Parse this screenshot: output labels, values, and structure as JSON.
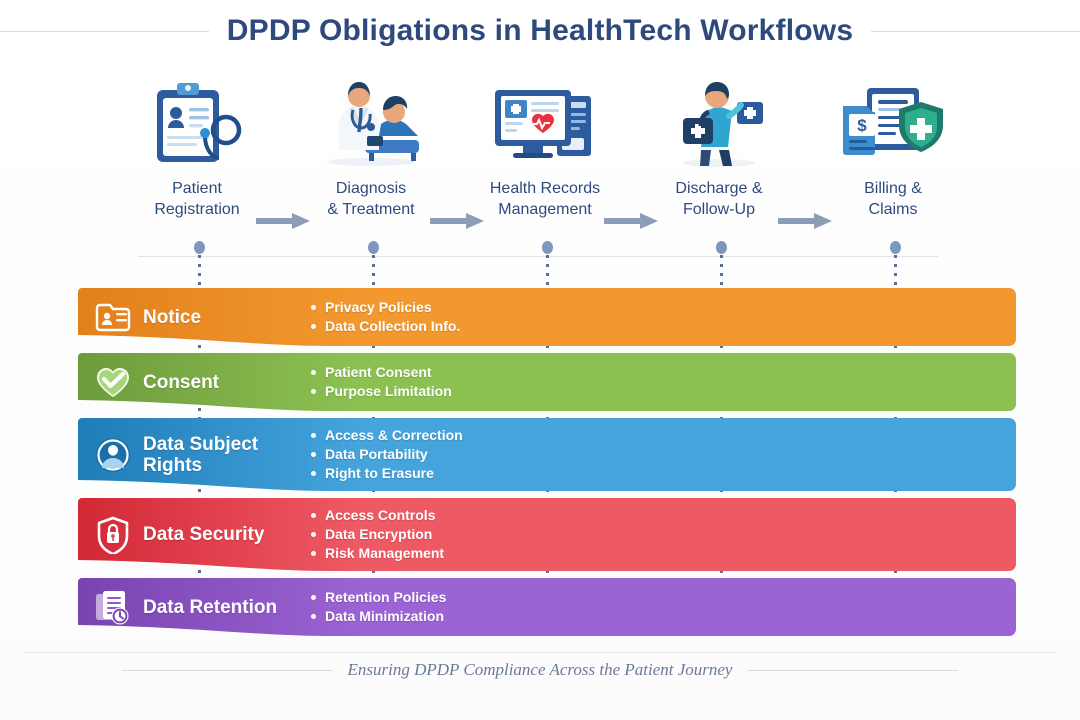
{
  "header": {
    "title": "DPDP Obligations in HealthTech Workflows"
  },
  "workflow": {
    "stages": [
      {
        "label": "Patient\nRegistration",
        "icon": "patient-record-clipboard-icon"
      },
      {
        "label": "Diagnosis\n& Treatment",
        "icon": "doctor-examining-patient-icon"
      },
      {
        "label": "Health Records\nManagement",
        "icon": "monitor-health-records-icon"
      },
      {
        "label": "Discharge &\nFollow-Up",
        "icon": "medical-worker-kit-icon"
      },
      {
        "label": "Billing &\nClaims",
        "icon": "invoice-shield-icon"
      }
    ],
    "arrow_icon": "arrow-right-icon",
    "marker_icon": "stage-marker-dot-icon",
    "connector_icon": "dotted-connector-line-icon"
  },
  "obligations": [
    {
      "title": "Notice",
      "icon": "id-card-icon",
      "color": "#F2982F",
      "color_dark": "#E2801B",
      "items": [
        "Privacy Policies",
        "Data Collection Info."
      ]
    },
    {
      "title": "Consent",
      "icon": "heart-check-icon",
      "color": "#8CC152",
      "color_dark": "#6E9B3C",
      "items": [
        "Patient Consent",
        "Purpose Limitation"
      ]
    },
    {
      "title": "Data Subject\nRights",
      "icon": "user-circle-icon",
      "color": "#45A4DC",
      "color_dark": "#1E7CB8",
      "items": [
        "Access & Correction",
        "Data Portability",
        "Right to Erasure"
      ]
    },
    {
      "title": "Data Security",
      "icon": "shield-lock-icon",
      "color": "#EE5A64",
      "color_dark": "#D32836",
      "items": [
        "Access Controls",
        "Data Encryption",
        "Risk Management"
      ]
    },
    {
      "title": "Data Retention",
      "icon": "documents-clock-icon",
      "color": "#9B63D3",
      "color_dark": "#7943B0",
      "items": [
        "Retention Policies",
        "Data Minimization"
      ]
    }
  ],
  "footer": {
    "text": "Ensuring DPDP Compliance Across the Patient Journey"
  },
  "palette": {
    "title_color": "#2E4A7D",
    "background": "#FFFFFF",
    "connector": "#5C6F93",
    "marker": "#7E97BE",
    "footer_text": "#6B7A96"
  }
}
